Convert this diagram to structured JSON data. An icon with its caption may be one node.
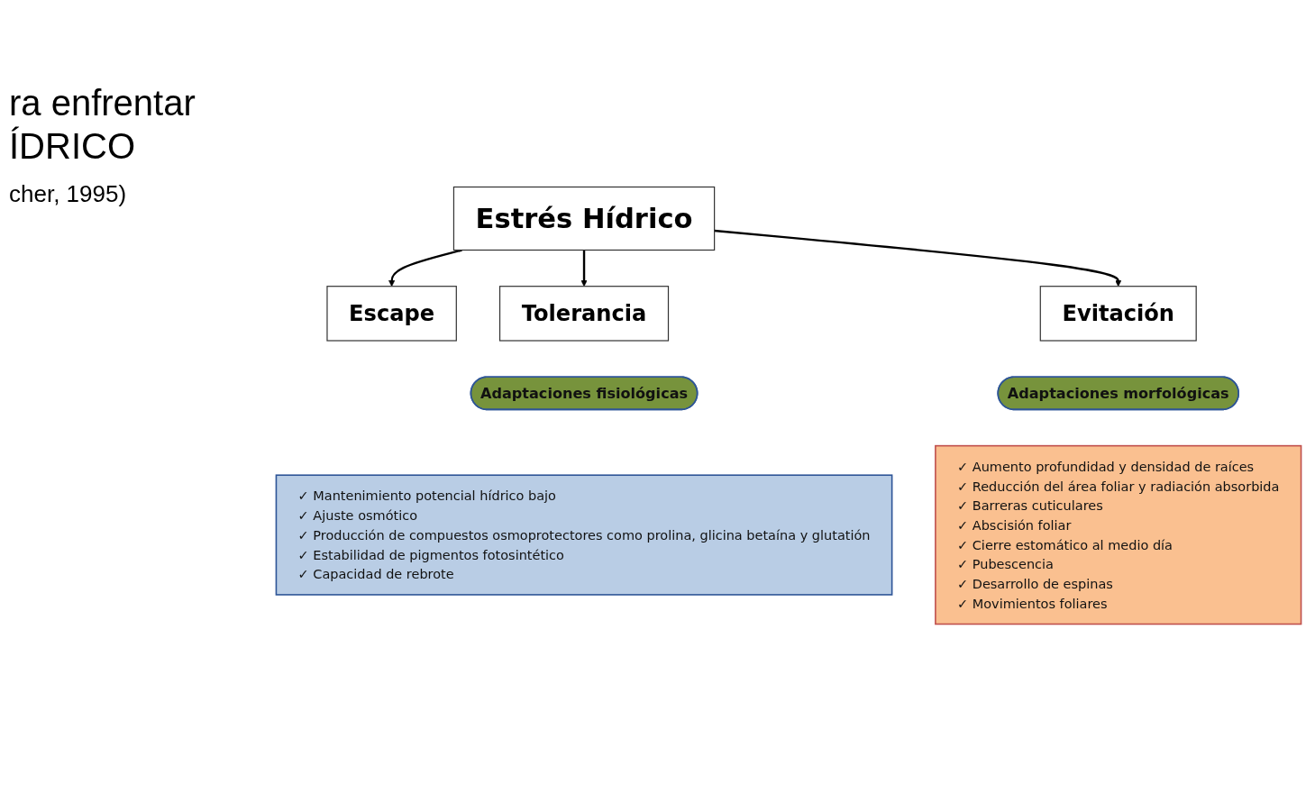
{
  "diagram": {
    "title": "ra enfrentar ÍDRICO",
    "nodes": [
      {
        "text": [
          "Escape"
        ]
      },
      {
        "text": [
          "Estrés Hídrico"
        ]
      },
      {
        "text": [
          "Tolerancia"
        ]
      },
      {
        "text": [
          "Evitación"
        ]
      },
      {
        "text": [
          "Adaptaciones fisiológicas"
        ]
      },
      {
        "text": [
          "Adaptaciones morfológicas"
        ]
      },
      {
        "text": [
          "✓ Mantenimiento potencial hídrico bajo",
          "✓ Ajuste osmótico",
          "✓ Producción de compuestos osmoprotectores como prolina, glicina betaína y glutatión",
          "✓ Estabilidad de pigmentos fotosintético",
          "✓ Capacidad de rebrote"
        ]
      },
      {
        "text": [
          "✓ Aumento profundidad y densidad de raíces",
          "✓ Reducción del área foliar y radiación absorbida",
          "✓ Barreras cuticulares",
          "✓ Abscisión foliar",
          "✓ Cierre estomático al medio día",
          "✓ Pubescencia",
          "✓ Desarrollo de espinas",
          "✓ Movimientos foliares"
        ]
      }
    ],
    "edges": [
      {
        "from": 1,
        "to": 0,
        "arrow": "to"
      },
      {
        "from": 1,
        "to": 2,
        "arrow": "to"
      },
      {
        "from": 1,
        "to": 3,
        "arrow": "to"
      }
    ],
    "labels": [
      "cher, 1995)"
    ]
  }
}
